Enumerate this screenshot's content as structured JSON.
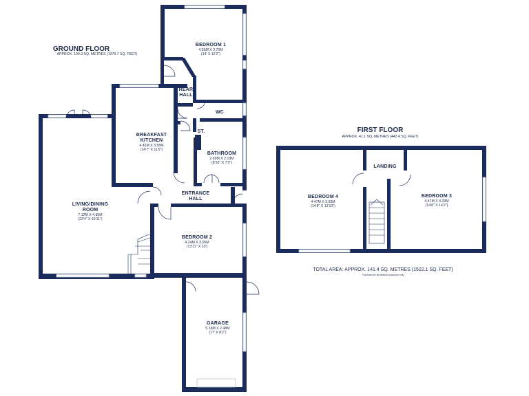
{
  "ground_floor": {
    "title": "GROUND FLOOR",
    "area": "APPROX. 100.3 SQ. METRES (1079.7 SQ. FEET)"
  },
  "first_floor": {
    "title": "FIRST FLOOR",
    "area": "APPROX. 41.1 SQ. METRES (442.4 SQ. FEET)"
  },
  "rooms": {
    "bedroom1": {
      "name": "BEDROOM 1",
      "metric": "4.26M X 3.70M",
      "imperial": "(14' X 12'2\")"
    },
    "rear_hall": {
      "line1": "REAR",
      "line2": "HALL"
    },
    "wc": {
      "name": "WC"
    },
    "store": {
      "name": "ST."
    },
    "kitchen": {
      "line1": "BREAKFAST",
      "line2": "KITCHEN",
      "metric": "4.42M X 3.56M",
      "imperial": "(14'7\" X 11'9\")"
    },
    "bathroom": {
      "name": "BATHROOM",
      "metric": "2.69M X 2.19M",
      "imperial": "(8'10\" X 7'2\")"
    },
    "entrance_hall": {
      "line1": "ENTRANCE",
      "line2": "HALL"
    },
    "living": {
      "line1": "LIVING/DINING",
      "line2": "ROOM",
      "metric": "7.12M X 4.85M",
      "imperial": "(23'4\" X 15'11\")"
    },
    "bedroom2": {
      "name": "BEDROOM 2",
      "metric": "4.24M X 3.05M",
      "imperial": "(13'11\" X 10')"
    },
    "garage": {
      "name": "GARAGE",
      "metric": "5.18M X 2.48M",
      "imperial": "(17' X 8'2\")"
    },
    "bedroom4": {
      "name": "BEDROOM 4",
      "metric": "4.47M X 3.93M",
      "imperial": "(14'8\" X 12'10\")"
    },
    "landing": {
      "name": "LANDING"
    },
    "bedroom3": {
      "name": "BEDROOM 3",
      "metric": "4.47M X 4.33M",
      "imperial": "(14'8\" X 14'2\")"
    }
  },
  "total_area": "TOTAL AREA: APPROX. 141.4 SQ. METRES (1522.1 SQ. FEET)",
  "disclaimer": "Floorplan for illustration purposes only",
  "colors": {
    "wall": "#1a2b5c",
    "text": "#1b2a4a",
    "window": "#b9c0cc"
  }
}
